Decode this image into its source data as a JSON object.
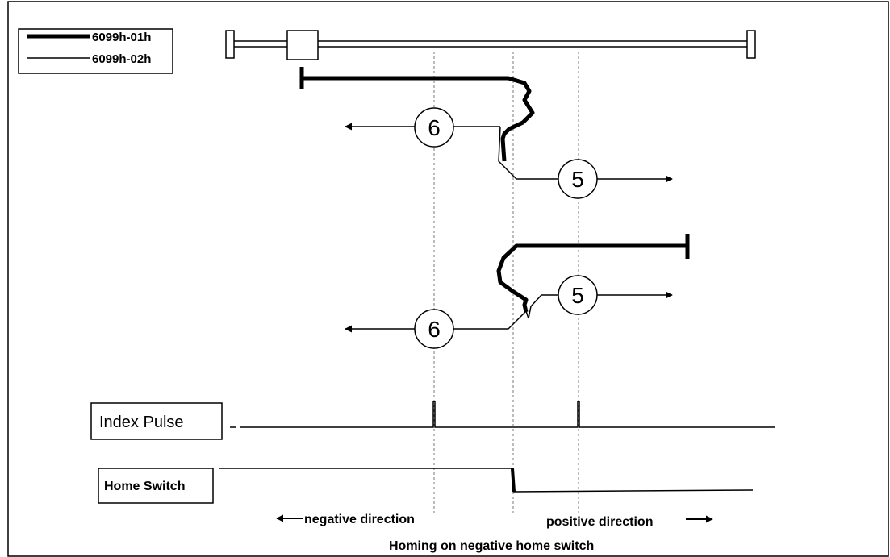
{
  "legend": {
    "thick_label": "6099h-01h",
    "thin_label": "6099h-02h"
  },
  "circles": {
    "method_a": "6",
    "method_b": "5",
    "method_c": "5",
    "method_d": "6"
  },
  "signals": {
    "index_pulse_label": "Index Pulse",
    "home_switch_label": "Home Switch"
  },
  "directions": {
    "negative": "negative direction",
    "positive": "positive direction"
  },
  "caption": "Homing on negative home switch",
  "colors": {
    "line": "#000000",
    "dotted": "#7a7a7a",
    "background": "#ffffff"
  }
}
